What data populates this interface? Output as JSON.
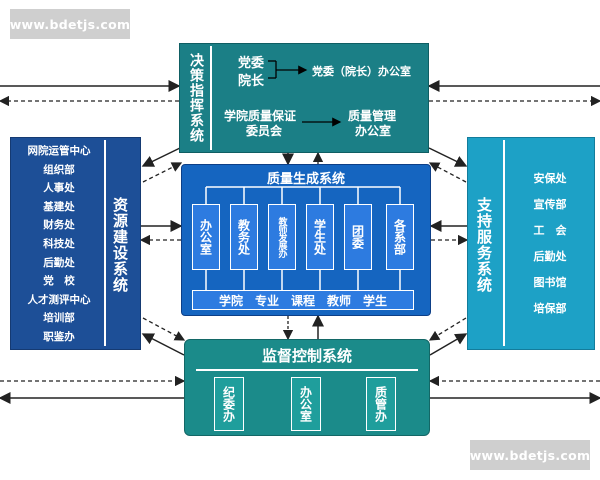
{
  "watermark_top": "www.bdetjs.com",
  "watermark_bottom": "www.bdetjs.com",
  "decision": {
    "title": "决策指挥系统",
    "party": "党委",
    "dean": "院长",
    "office": "党委（院长）办公室",
    "committee_line1": "学院质量保证",
    "committee_line2": "委员会",
    "qm_line1": "质量管理",
    "qm_line2": "办公室"
  },
  "resource": {
    "title": "资源建设系统",
    "items": [
      "网院运管中心",
      "组织部",
      "人事处",
      "基建处",
      "财务处",
      "科技处",
      "后勤处",
      "党　校",
      "人才测评中心",
      "培训部",
      "职鉴办"
    ]
  },
  "support": {
    "title": "支持服务系统",
    "items": [
      "安保处",
      "宣传部",
      "工　会",
      "后勤处",
      "图书馆",
      "培保部"
    ]
  },
  "quality": {
    "title": "质量生成系统",
    "units": [
      "办公室",
      "教务处",
      "教师发展办",
      "学生处",
      "团委",
      "各系部"
    ],
    "bottom": "学院　专业　课程　教师　学生"
  },
  "monitor": {
    "title": "监督控制系统",
    "units": [
      "纪委办",
      "办公室",
      "质管办"
    ]
  },
  "colors": {
    "decision": "#1b7f86",
    "resource": "#1d4f97",
    "support": "#1da1c6",
    "quality": "#1565c0",
    "monitor": "#1b8b8a"
  }
}
